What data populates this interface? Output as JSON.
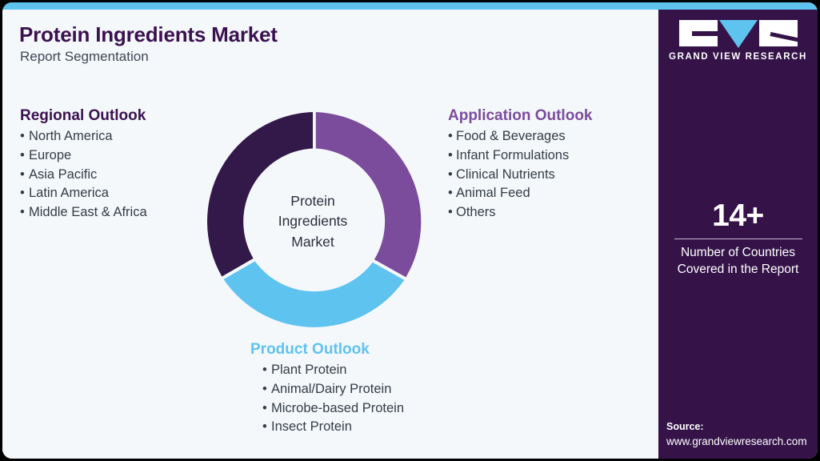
{
  "header": {
    "title": "Protein Ingredients Market",
    "subtitle": "Report Segmentation"
  },
  "colors": {
    "background": "#F4F8FB",
    "accent_strip": "#5FC3F0",
    "panel_purple": "#351349",
    "title_purple": "#3B1150",
    "segment_dark_purple": "#33194A",
    "segment_purple": "#7B4C9C",
    "segment_blue": "#5FC3F0"
  },
  "donut": {
    "center_lines": [
      "Protein",
      "Ingredients",
      "Market"
    ]
  },
  "chart_data": {
    "type": "pie",
    "title": "Protein Ingredients Market",
    "categories": [
      "Regional Outlook",
      "Application Outlook",
      "Product Outlook"
    ],
    "values": [
      33.3,
      33.3,
      33.3
    ],
    "colors": [
      "#33194A",
      "#7B4C9C",
      "#5FC3F0"
    ],
    "legend": "none",
    "note": "Equal thirds donut; each segment maps to one outlook category"
  },
  "regional_outlook": {
    "heading": "Regional Outlook",
    "items": [
      "North America",
      "Europe",
      "Asia Pacific",
      "Latin America",
      "Middle East & Africa"
    ]
  },
  "application_outlook": {
    "heading": "Application Outlook",
    "items": [
      "Food & Beverages",
      "Infant Formulations",
      "Clinical Nutrients",
      "Animal Feed",
      "Others"
    ]
  },
  "product_outlook": {
    "heading": "Product Outlook",
    "items": [
      "Plant Protein",
      "Animal/Dairy Protein",
      "Microbe-based Protein",
      "Insect Protein"
    ]
  },
  "side_panel": {
    "logo_text": "GRAND VIEW RESEARCH",
    "stat_value": "14+",
    "stat_label_line1": "Number of Countries",
    "stat_label_line2": "Covered in the Report",
    "source_label": "Source:",
    "source_url": "www.grandviewresearch.com"
  },
  "bullet_char": "•"
}
